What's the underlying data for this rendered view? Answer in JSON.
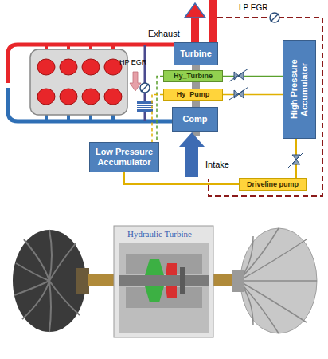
{
  "diagram": {
    "nodes": [
      {
        "text": [
          "Turbine"
        ]
      },
      {
        "text": [
          "Hy_Turbine"
        ]
      },
      {
        "text": [
          "Hy_Pump"
        ]
      },
      {
        "text": [
          "Comp"
        ]
      },
      {
        "text": [
          "Low Pressure Accumulator"
        ]
      },
      {
        "text": [
          "High Pressure Accumulator"
        ]
      },
      {
        "text": [
          "Driveline pump"
        ]
      }
    ],
    "edges": [
      {
        "from": 1,
        "to": 5,
        "arrow": "none"
      },
      {
        "from": 2,
        "to": 5,
        "arrow": "none"
      },
      {
        "from": 6,
        "to": 5,
        "arrow": "none"
      },
      {
        "from": 4,
        "to": 6,
        "arrow": "none"
      },
      {
        "from": 1,
        "to": 4,
        "arrow": "none"
      },
      {
        "from": 2,
        "to": 4,
        "arrow": "none"
      }
    ],
    "labels": [
      "Exhaust",
      "LP EGR",
      "HP EGR",
      "Intake",
      "Hydraulic Turbine"
    ]
  }
}
